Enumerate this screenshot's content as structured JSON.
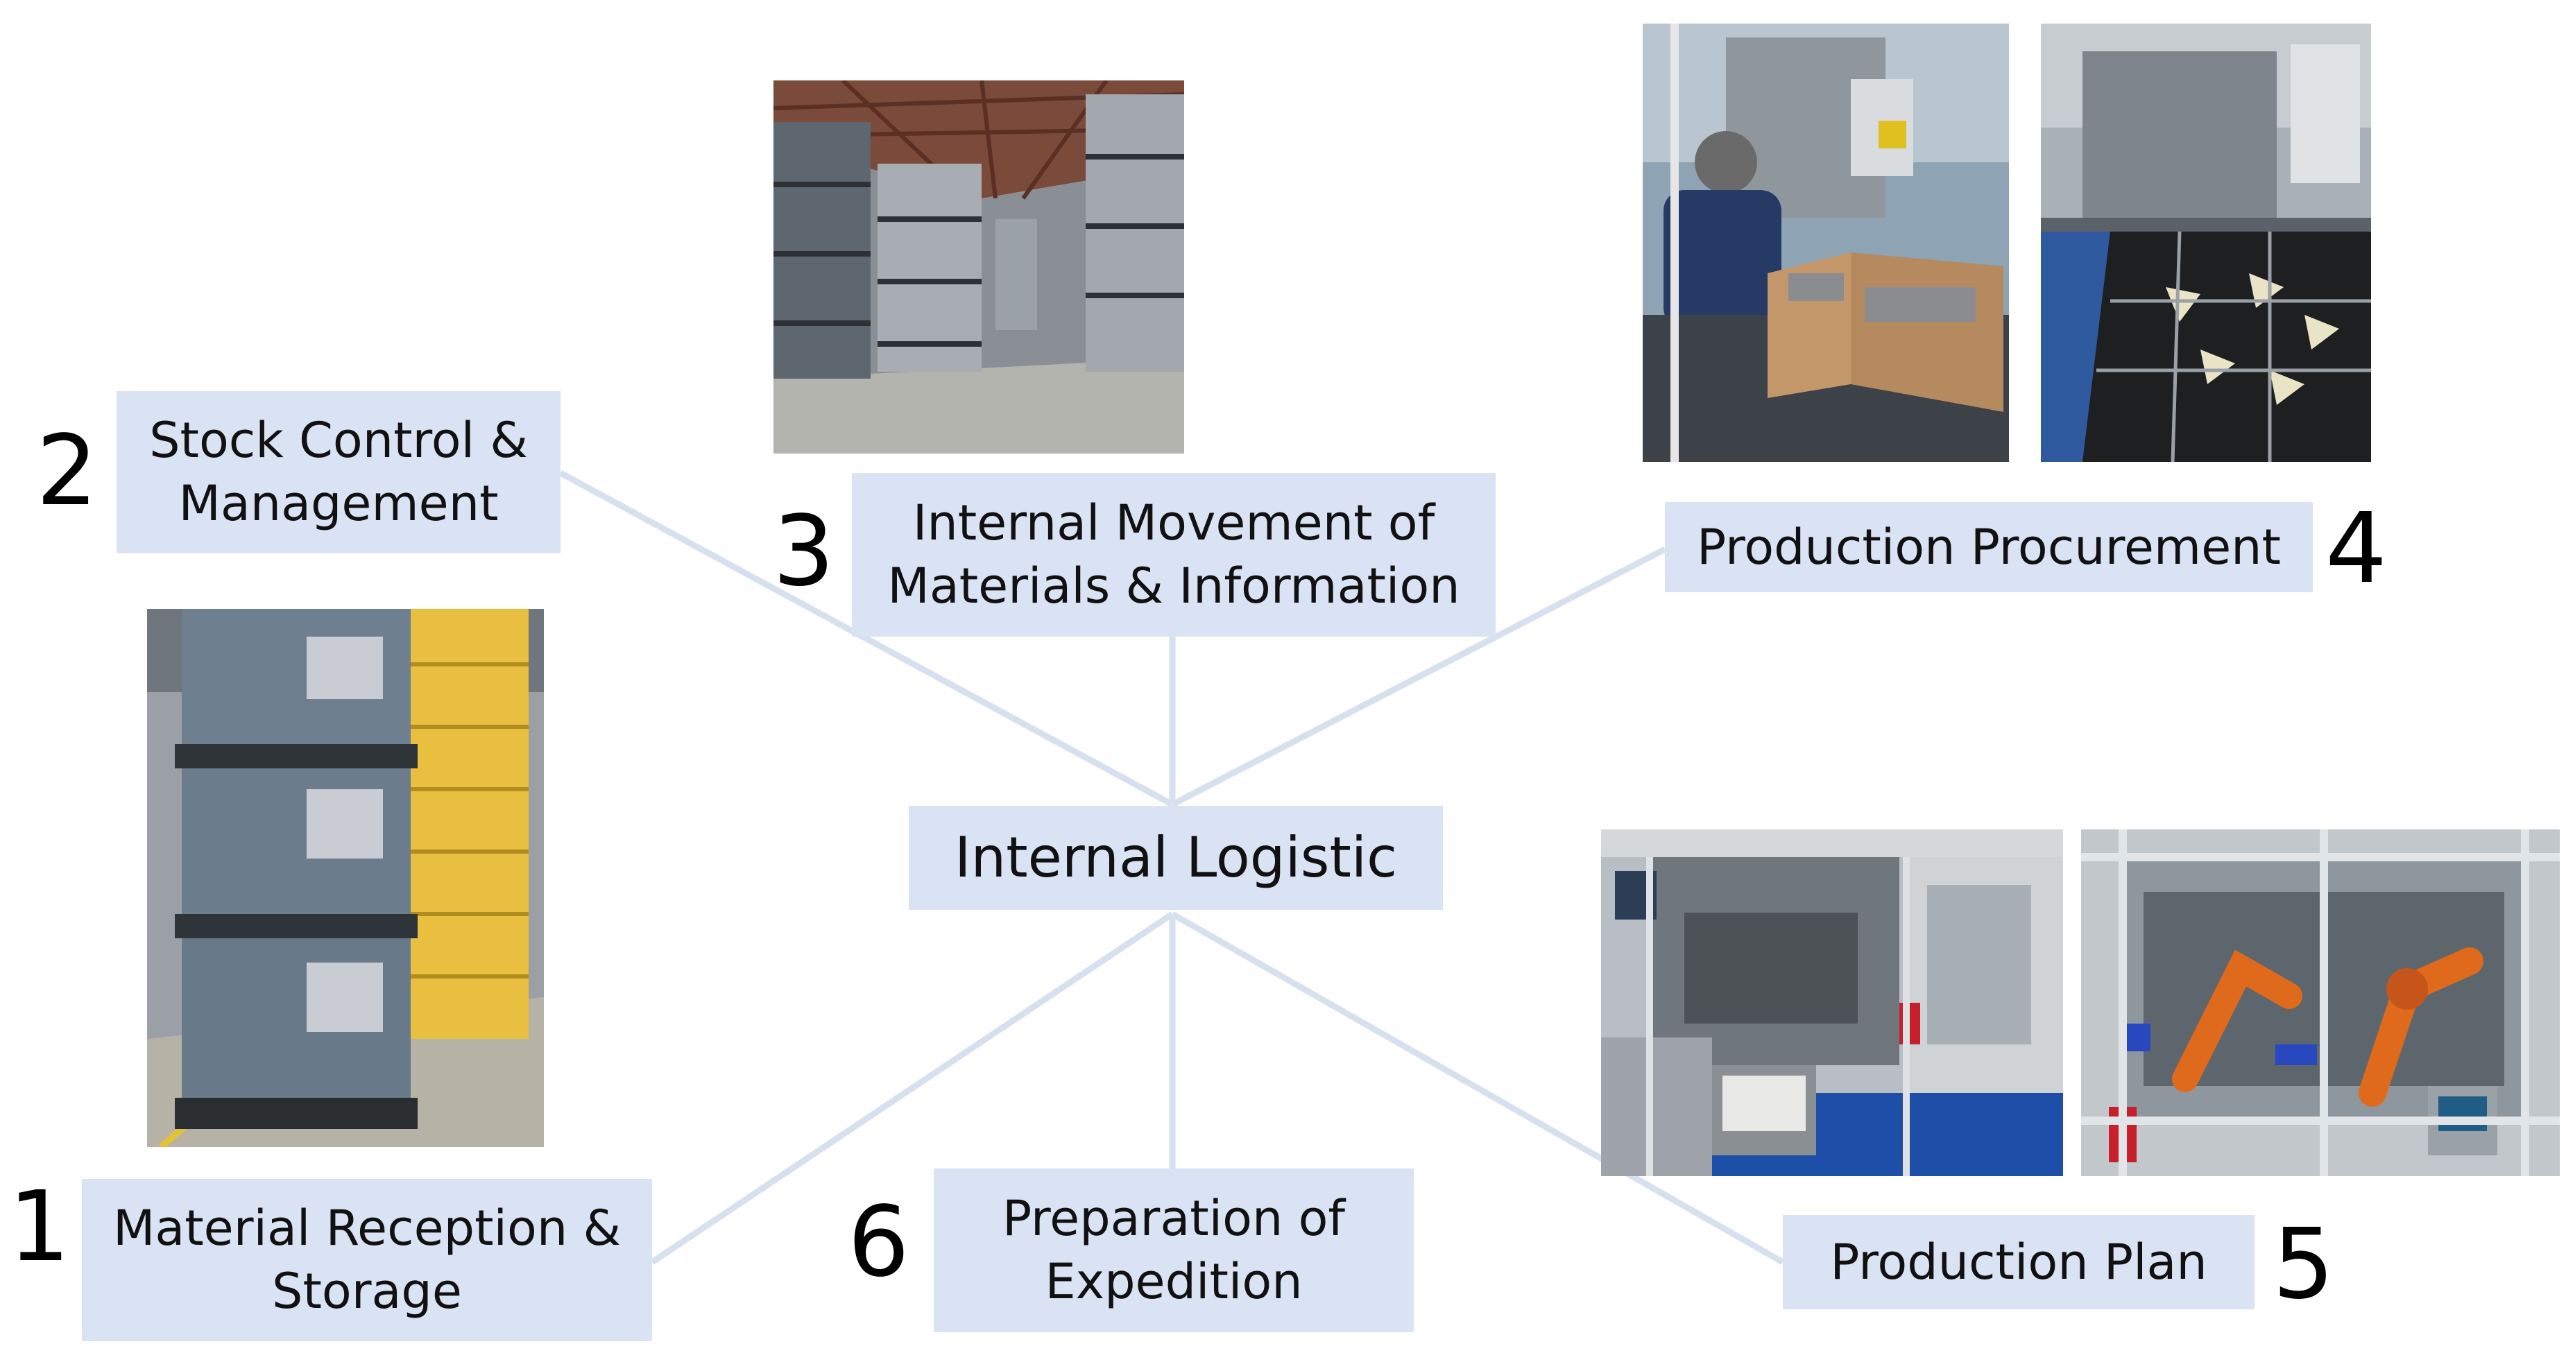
{
  "center": {
    "label": "Internal Logistic"
  },
  "nodes": [
    {
      "number": "1",
      "lines": [
        "Material Reception &",
        "Storage"
      ]
    },
    {
      "number": "2",
      "lines": [
        "Stock Control &",
        "Management"
      ]
    },
    {
      "number": "3",
      "lines": [
        "Internal Movement of",
        "Materials & Information"
      ]
    },
    {
      "number": "4",
      "lines": [
        "Production Procurement"
      ]
    },
    {
      "number": "5",
      "lines": [
        "Production Plan"
      ]
    },
    {
      "number": "6",
      "lines": [
        "Preparation of",
        "Expedition"
      ]
    }
  ],
  "colors": {
    "box_fill": "#dae3f3",
    "connector": "#d6e0ef",
    "text": "#000000"
  },
  "photos": [
    {
      "depicts": "stacked grey pallet boxes with yellow crates"
    },
    {
      "depicts": "warehouse aisle with stacked grey containers"
    },
    {
      "depicts": "operator at assembly station with cardboard boxes"
    },
    {
      "depicts": "assembly machine with bin of black parts"
    },
    {
      "depicts": "automated production cell"
    },
    {
      "depicts": "robot cell with orange robotic arms"
    }
  ]
}
